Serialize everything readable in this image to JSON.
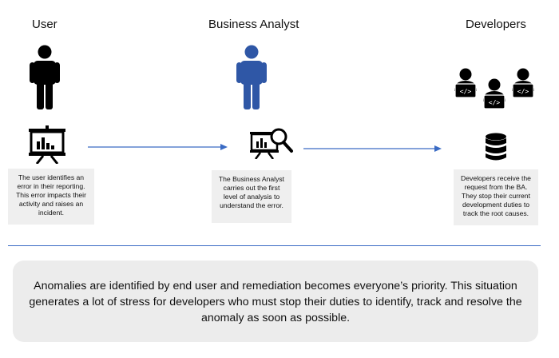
{
  "columns": [
    {
      "title": "User",
      "description": "The user identifies an error in their reporting. This error impacts their activity and raises an incident."
    },
    {
      "title": "Business Analyst",
      "description": "The Business Analyst carries out the first level of analysis to understand the error."
    },
    {
      "title": "Developers",
      "description": "Developers receive the request from the BA. They stop their current development duties to track the root causes."
    }
  ],
  "summary": "Anomalies are identified by end user and remediation becomes everyone’s priority. This situation generates a lot of stress for developers who must stop their duties to identify, track and resolve the anomaly as soon as possible.",
  "colors": {
    "person_user": "#000000",
    "person_ba": "#2f57a6",
    "arrow": "#3a6bc4",
    "divider": "#3a6bc4",
    "box_bg": "#efefef",
    "summary_bg": "#ececec"
  },
  "icons": [
    "person-icon",
    "presentation-chart-icon",
    "presentation-search-icon",
    "developer-laptop-icon",
    "database-icon",
    "arrow-right-icon"
  ]
}
